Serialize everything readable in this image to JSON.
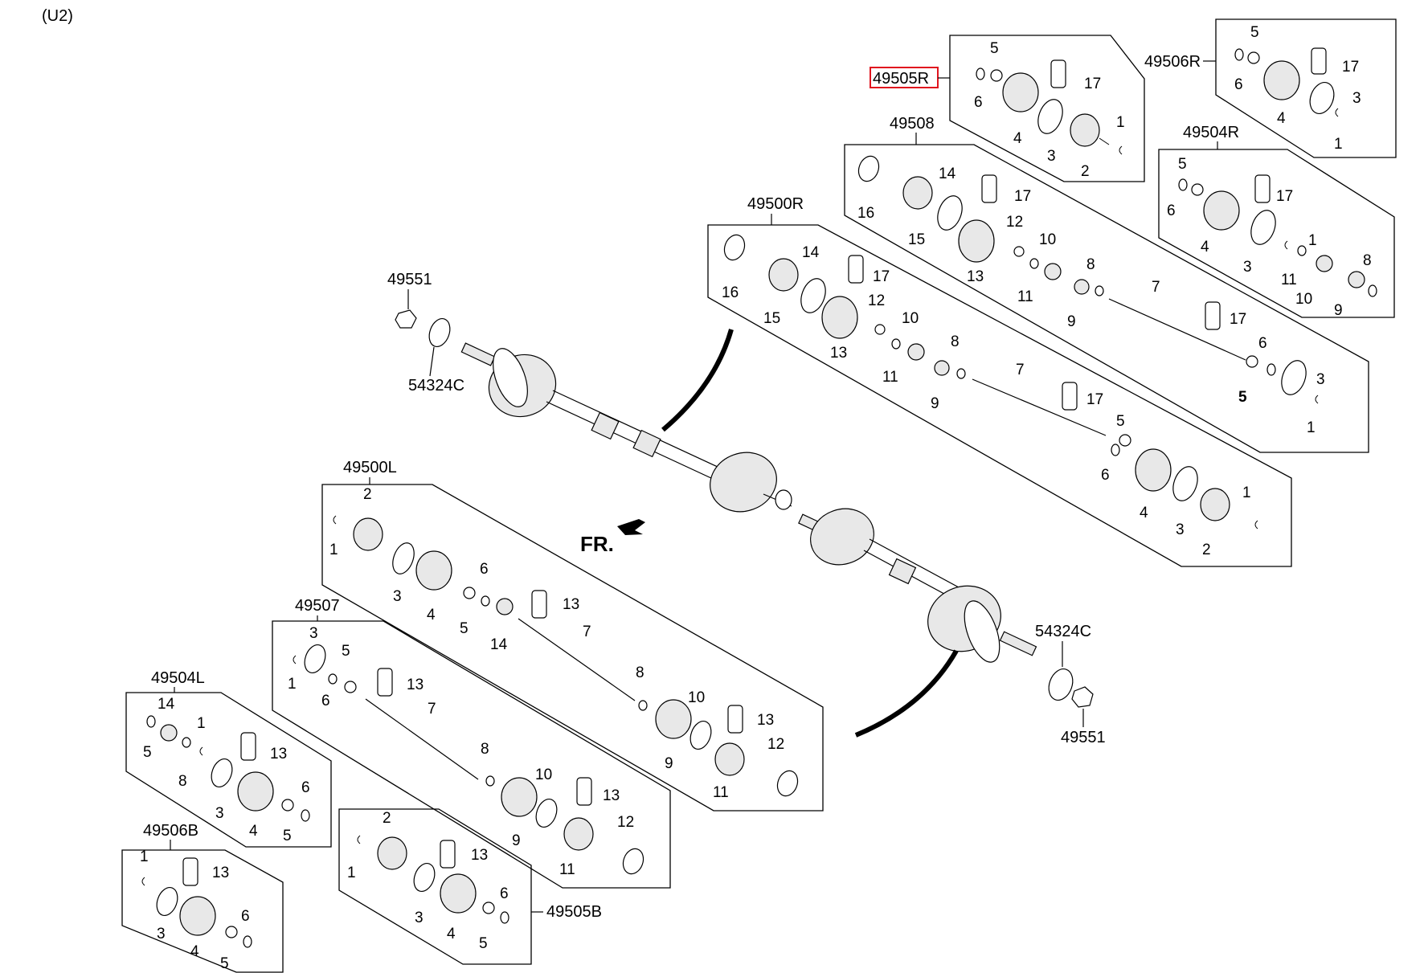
{
  "corner_code": "(U2)",
  "direction": "FR.",
  "assemblies": {
    "49505R": "49505R",
    "49506R": "49506R",
    "49508": "49508",
    "49504R": "49504R",
    "49500R": "49500R",
    "49500L": "49500L",
    "49507": "49507",
    "49504L": "49504L",
    "49506B": "49506B",
    "49505B": "49505B"
  },
  "loose_parts": {
    "nut_top": "49551",
    "seal_top": "54324C",
    "seal_bottom": "54324C",
    "nut_bottom": "49551"
  },
  "highlight_color": "#e0141e",
  "callouts": {
    "r505": [
      "5",
      "6",
      "17",
      "4",
      "3",
      "2",
      "1"
    ],
    "r506": [
      "5",
      "6",
      "17",
      "4",
      "3",
      "1"
    ],
    "r508": [
      "16",
      "15",
      "14",
      "13",
      "17",
      "12",
      "11",
      "10",
      "9",
      "8",
      "7",
      "17",
      "6",
      "5",
      "3",
      "1"
    ],
    "r504": [
      "5",
      "6",
      "17",
      "4",
      "1",
      "3",
      "11",
      "10",
      "9",
      "8"
    ],
    "r500": [
      "16",
      "15",
      "14",
      "13",
      "17",
      "12",
      "11",
      "10",
      "9",
      "8",
      "7",
      "17",
      "5",
      "6",
      "4",
      "3",
      "2",
      "1"
    ],
    "l500": [
      "2",
      "1",
      "3",
      "4",
      "5",
      "6",
      "14",
      "13",
      "7",
      "8",
      "9",
      "10",
      "11",
      "13",
      "12"
    ],
    "l507": [
      "3",
      "1",
      "6",
      "5",
      "13",
      "7",
      "8",
      "9",
      "10",
      "11",
      "13",
      "12"
    ],
    "l504": [
      "14",
      "5",
      "8",
      "1",
      "13",
      "3",
      "4",
      "5",
      "6"
    ],
    "l506b": [
      "1",
      "13",
      "3",
      "4",
      "5",
      "6"
    ],
    "l505b": [
      "2",
      "1",
      "13",
      "3",
      "4",
      "5",
      "6"
    ]
  }
}
